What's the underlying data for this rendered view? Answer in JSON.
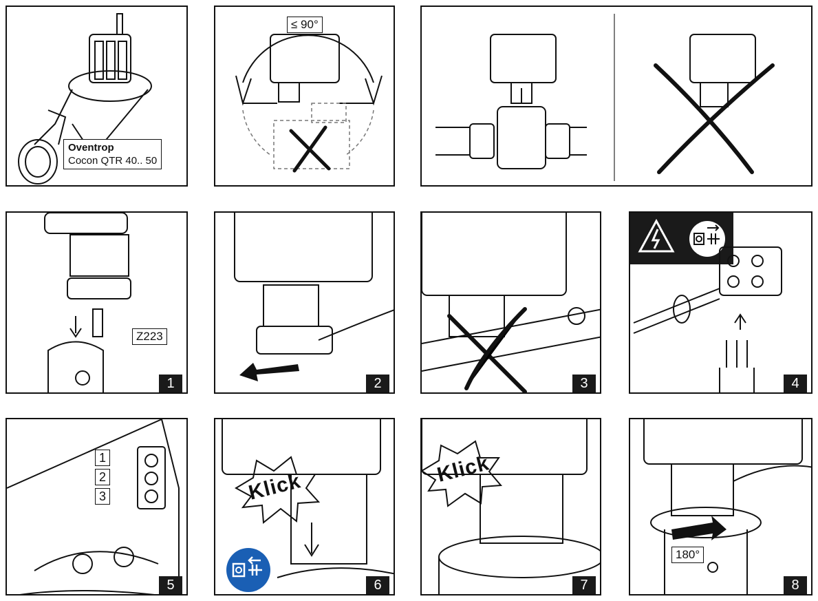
{
  "panel_top1": {
    "brand": "Oventrop",
    "model": "Cocon QTR 40.. 50"
  },
  "panel_top2": {
    "angle_label": "≤ 90°"
  },
  "panel_z": {
    "label": "Z223"
  },
  "steps": [
    "1",
    "2",
    "3",
    "4",
    "5",
    "6",
    "7",
    "8"
  ],
  "terminals": [
    "1",
    "2",
    "3"
  ],
  "klick": "Klick",
  "rotation_label": "180°",
  "colors": {
    "ink": "#111111",
    "tile": "#1a1a1a",
    "blue_symbol": "#1a5fb4"
  },
  "icons": [
    "electrical-hazard-icon",
    "power-disconnect-icon",
    "power-reconnect-icon"
  ]
}
